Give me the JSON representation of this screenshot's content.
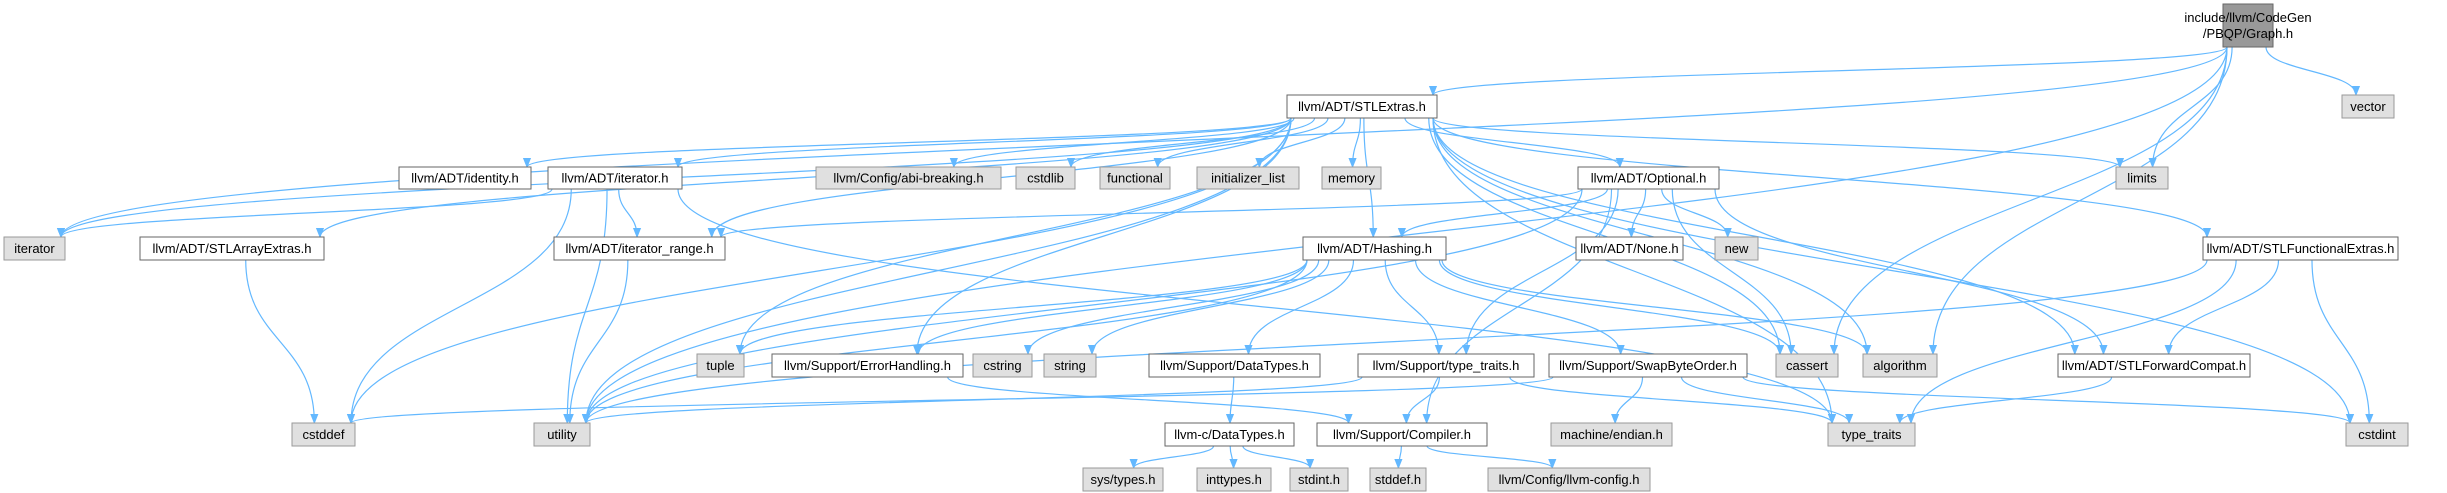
{
  "colors": {
    "edge": "#63b8ff",
    "root_fill": "#999999",
    "local_fill": "#ffffff",
    "system_fill": "#e0e0e0",
    "border_dark": "#666666",
    "border_light": "#999999"
  },
  "nodes": [
    {
      "id": "graph_h",
      "lines": [
        "include/llvm/CodeGen",
        "/PBQP/Graph.h"
      ],
      "kind": "root"
    },
    {
      "id": "vector",
      "lines": [
        "vector"
      ],
      "kind": "system"
    },
    {
      "id": "stlextras",
      "lines": [
        "llvm/ADT/STLExtras.h"
      ],
      "kind": "local"
    },
    {
      "id": "limits",
      "lines": [
        "limits"
      ],
      "kind": "system"
    },
    {
      "id": "iterator",
      "lines": [
        "iterator"
      ],
      "kind": "system"
    },
    {
      "id": "identity",
      "lines": [
        "llvm/ADT/identity.h"
      ],
      "kind": "local"
    },
    {
      "id": "adt_iterator",
      "lines": [
        "llvm/ADT/iterator.h"
      ],
      "kind": "local"
    },
    {
      "id": "stlarray",
      "lines": [
        "llvm/ADT/STLArrayExtras.h"
      ],
      "kind": "local"
    },
    {
      "id": "abi",
      "lines": [
        "llvm/Config/abi-breaking.h"
      ],
      "kind": "system"
    },
    {
      "id": "cstdlib",
      "lines": [
        "cstdlib"
      ],
      "kind": "system"
    },
    {
      "id": "functional",
      "lines": [
        "functional"
      ],
      "kind": "system"
    },
    {
      "id": "initlist",
      "lines": [
        "initializer_list"
      ],
      "kind": "system"
    },
    {
      "id": "memory",
      "lines": [
        "memory"
      ],
      "kind": "system"
    },
    {
      "id": "optional",
      "lines": [
        "llvm/ADT/Optional.h"
      ],
      "kind": "local"
    },
    {
      "id": "iterrange",
      "lines": [
        "llvm/ADT/iterator_range.h"
      ],
      "kind": "local"
    },
    {
      "id": "none",
      "lines": [
        "llvm/ADT/None.h"
      ],
      "kind": "local"
    },
    {
      "id": "new",
      "lines": [
        "new"
      ],
      "kind": "system"
    },
    {
      "id": "hashing",
      "lines": [
        "llvm/ADT/Hashing.h"
      ],
      "kind": "local"
    },
    {
      "id": "stlfunc",
      "lines": [
        "llvm/ADT/STLFunctionalExtras.h"
      ],
      "kind": "local"
    },
    {
      "id": "tuple",
      "lines": [
        "tuple"
      ],
      "kind": "system"
    },
    {
      "id": "errhandling",
      "lines": [
        "llvm/Support/ErrorHandling.h"
      ],
      "kind": "local"
    },
    {
      "id": "cstring",
      "lines": [
        "cstring"
      ],
      "kind": "system"
    },
    {
      "id": "string",
      "lines": [
        "string"
      ],
      "kind": "system"
    },
    {
      "id": "datatypes",
      "lines": [
        "llvm/Support/DataTypes.h"
      ],
      "kind": "local"
    },
    {
      "id": "typetraits_h",
      "lines": [
        "llvm/Support/type_traits.h"
      ],
      "kind": "local"
    },
    {
      "id": "swapbyte",
      "lines": [
        "llvm/Support/SwapByteOrder.h"
      ],
      "kind": "local"
    },
    {
      "id": "cassert",
      "lines": [
        "cassert"
      ],
      "kind": "system"
    },
    {
      "id": "algorithm",
      "lines": [
        "algorithm"
      ],
      "kind": "system"
    },
    {
      "id": "stlfwd",
      "lines": [
        "llvm/ADT/STLForwardCompat.h"
      ],
      "kind": "local"
    },
    {
      "id": "cstddef",
      "lines": [
        "cstddef"
      ],
      "kind": "system"
    },
    {
      "id": "utility",
      "lines": [
        "utility"
      ],
      "kind": "system"
    },
    {
      "id": "compiler",
      "lines": [
        "llvm/Support/Compiler.h"
      ],
      "kind": "local"
    },
    {
      "id": "machendian",
      "lines": [
        "machine/endian.h"
      ],
      "kind": "system"
    },
    {
      "id": "type_traits",
      "lines": [
        "type_traits"
      ],
      "kind": "system"
    },
    {
      "id": "cstdint",
      "lines": [
        "cstdint"
      ],
      "kind": "system"
    },
    {
      "id": "c_datatypes",
      "lines": [
        "llvm-c/DataTypes.h"
      ],
      "kind": "local"
    },
    {
      "id": "systypes",
      "lines": [
        "sys/types.h"
      ],
      "kind": "system"
    },
    {
      "id": "inttypes",
      "lines": [
        "inttypes.h"
      ],
      "kind": "system"
    },
    {
      "id": "stdint",
      "lines": [
        "stdint.h"
      ],
      "kind": "system"
    },
    {
      "id": "stddef",
      "lines": [
        "stddef.h"
      ],
      "kind": "system"
    },
    {
      "id": "llvmconfig",
      "lines": [
        "llvm/Config/llvm-config.h"
      ],
      "kind": "system"
    }
  ],
  "edges": [
    [
      "graph_h",
      "stlextras"
    ],
    [
      "graph_h",
      "vector"
    ],
    [
      "graph_h",
      "limits"
    ],
    [
      "graph_h",
      "iterator"
    ],
    [
      "graph_h",
      "cassert"
    ],
    [
      "graph_h",
      "algorithm"
    ],
    [
      "graph_h",
      "utility"
    ],
    [
      "stlextras",
      "iterator"
    ],
    [
      "stlextras",
      "identity"
    ],
    [
      "stlextras",
      "adt_iterator"
    ],
    [
      "stlextras",
      "stlarray"
    ],
    [
      "stlextras",
      "abi"
    ],
    [
      "stlextras",
      "cstdlib"
    ],
    [
      "stlextras",
      "functional"
    ],
    [
      "stlextras",
      "initlist"
    ],
    [
      "stlextras",
      "memory"
    ],
    [
      "stlextras",
      "optional"
    ],
    [
      "stlextras",
      "limits"
    ],
    [
      "stlextras",
      "iterrange"
    ],
    [
      "stlextras",
      "hashing"
    ],
    [
      "stlextras",
      "stlfunc"
    ],
    [
      "stlextras",
      "tuple"
    ],
    [
      "stlextras",
      "errhandling"
    ],
    [
      "stlextras",
      "cassert"
    ],
    [
      "stlextras",
      "algorithm"
    ],
    [
      "stlextras",
      "stlfwd"
    ],
    [
      "stlextras",
      "cstddef"
    ],
    [
      "stlextras",
      "utility"
    ],
    [
      "stlextras",
      "type_traits"
    ],
    [
      "stlextras",
      "cstdint"
    ],
    [
      "adt_iterator",
      "iterator"
    ],
    [
      "adt_iterator",
      "iterrange"
    ],
    [
      "adt_iterator",
      "cstddef"
    ],
    [
      "adt_iterator",
      "utility"
    ],
    [
      "adt_iterator",
      "type_traits"
    ],
    [
      "stlarray",
      "cstddef"
    ],
    [
      "iterrange",
      "utility"
    ],
    [
      "optional",
      "iterrange"
    ],
    [
      "optional",
      "none"
    ],
    [
      "optional",
      "new"
    ],
    [
      "optional",
      "hashing"
    ],
    [
      "optional",
      "cassert"
    ],
    [
      "optional",
      "stlfwd"
    ],
    [
      "optional",
      "typetraits_h"
    ],
    [
      "optional",
      "compiler"
    ],
    [
      "optional",
      "utility"
    ],
    [
      "hashing",
      "tuple"
    ],
    [
      "hashing",
      "errhandling"
    ],
    [
      "hashing",
      "cstring"
    ],
    [
      "hashing",
      "string"
    ],
    [
      "hashing",
      "datatypes"
    ],
    [
      "hashing",
      "typetraits_h"
    ],
    [
      "hashing",
      "swapbyte"
    ],
    [
      "hashing",
      "cassert"
    ],
    [
      "hashing",
      "algorithm"
    ],
    [
      "hashing",
      "utility"
    ],
    [
      "stlfunc",
      "stlfwd"
    ],
    [
      "stlfunc",
      "cstdint"
    ],
    [
      "stlfunc",
      "type_traits"
    ],
    [
      "stlfunc",
      "utility"
    ],
    [
      "errhandling",
      "compiler"
    ],
    [
      "datatypes",
      "c_datatypes"
    ],
    [
      "typetraits_h",
      "compiler"
    ],
    [
      "typetraits_h",
      "utility"
    ],
    [
      "typetraits_h",
      "type_traits"
    ],
    [
      "swapbyte",
      "cstddef"
    ],
    [
      "swapbyte",
      "machendian"
    ],
    [
      "swapbyte",
      "type_traits"
    ],
    [
      "swapbyte",
      "cstdint"
    ],
    [
      "stlfwd",
      "type_traits"
    ],
    [
      "compiler",
      "stddef"
    ],
    [
      "compiler",
      "llvmconfig"
    ],
    [
      "c_datatypes",
      "systypes"
    ],
    [
      "c_datatypes",
      "inttypes"
    ],
    [
      "c_datatypes",
      "stdint"
    ]
  ]
}
